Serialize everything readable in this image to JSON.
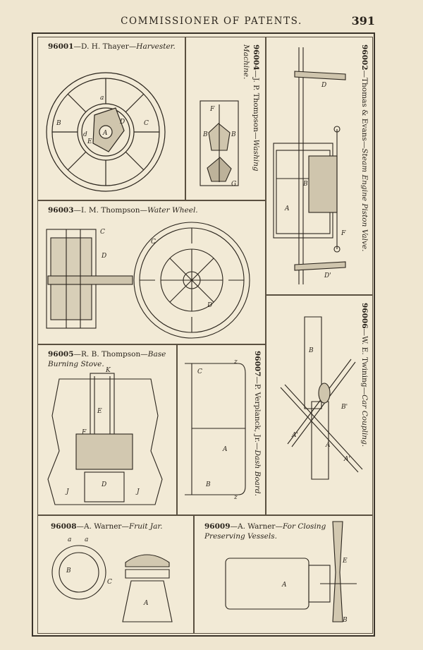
{
  "header": {
    "title": "COMMISSIONER OF PATENTS.",
    "page_number": "391"
  },
  "patents": [
    {
      "number": "96001",
      "inventor": "D. H. Thayer",
      "title": "Harvester."
    },
    {
      "number": "96004",
      "inventor": "J. P. Thompson",
      "title": "Washing Machine."
    },
    {
      "number": "96002",
      "inventor": "Thomas & Evans",
      "title": "Steam Engine Piston Valve."
    },
    {
      "number": "96003",
      "inventor": "I. M. Thompson",
      "title": "Water Wheel."
    },
    {
      "number": "96006",
      "inventor": "W. E. Twining",
      "title": "Car Coupling."
    },
    {
      "number": "96005",
      "inventor": "R. B. Thompson",
      "title": "Base Burning Stove."
    },
    {
      "number": "96007",
      "inventor": "P. Verplanck, Jr.",
      "title": "Dash Board."
    },
    {
      "number": "96008",
      "inventor": "A. Warner",
      "title": "Fruit Jar."
    },
    {
      "number": "96009",
      "inventor": "A. Warner",
      "title": "For Closing Preserving Vessels."
    }
  ],
  "separator": "—"
}
